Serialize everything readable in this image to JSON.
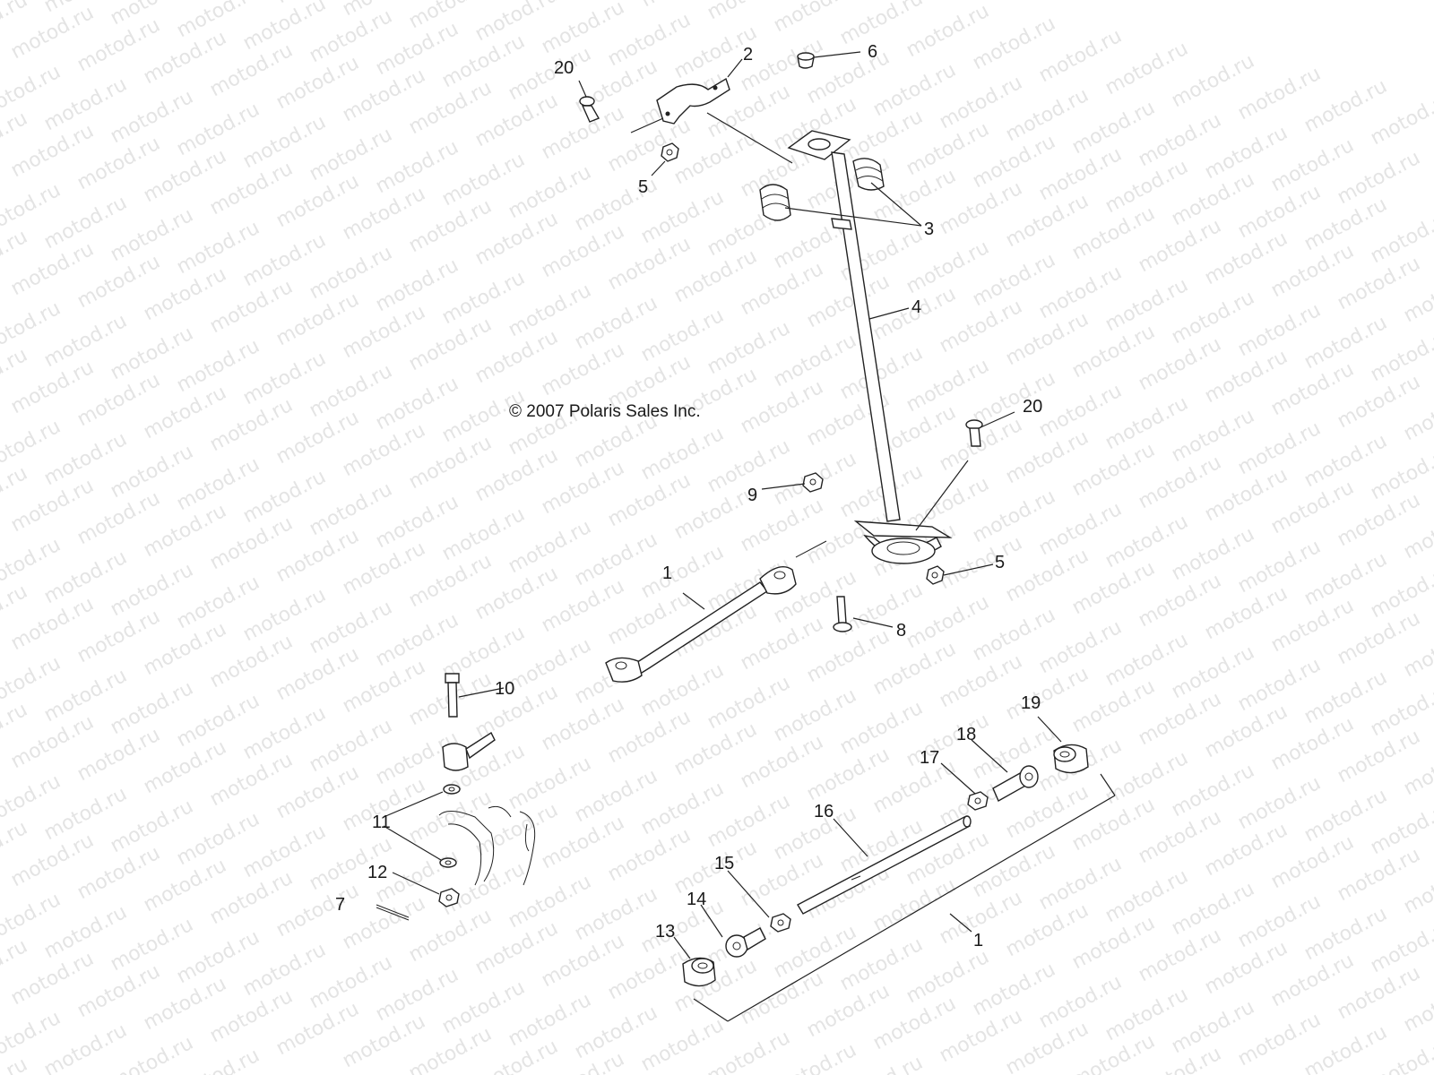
{
  "watermark": {
    "text": "motod.ru"
  },
  "copyright": "© 2007 Polaris Sales Inc.",
  "callouts": {
    "c20a": "20",
    "c2": "2",
    "c6": "6",
    "c5a": "5",
    "c3": "3",
    "c4": "4",
    "c20b": "20",
    "c9": "9",
    "c1a": "1",
    "c5b": "5",
    "c8": "8",
    "c10": "10",
    "c19": "19",
    "c18": "18",
    "c17": "17",
    "c16": "16",
    "c11": "11",
    "c15": "15",
    "c14": "14",
    "c12": "12",
    "c7": "7",
    "c13": "13",
    "c1b": "1"
  }
}
